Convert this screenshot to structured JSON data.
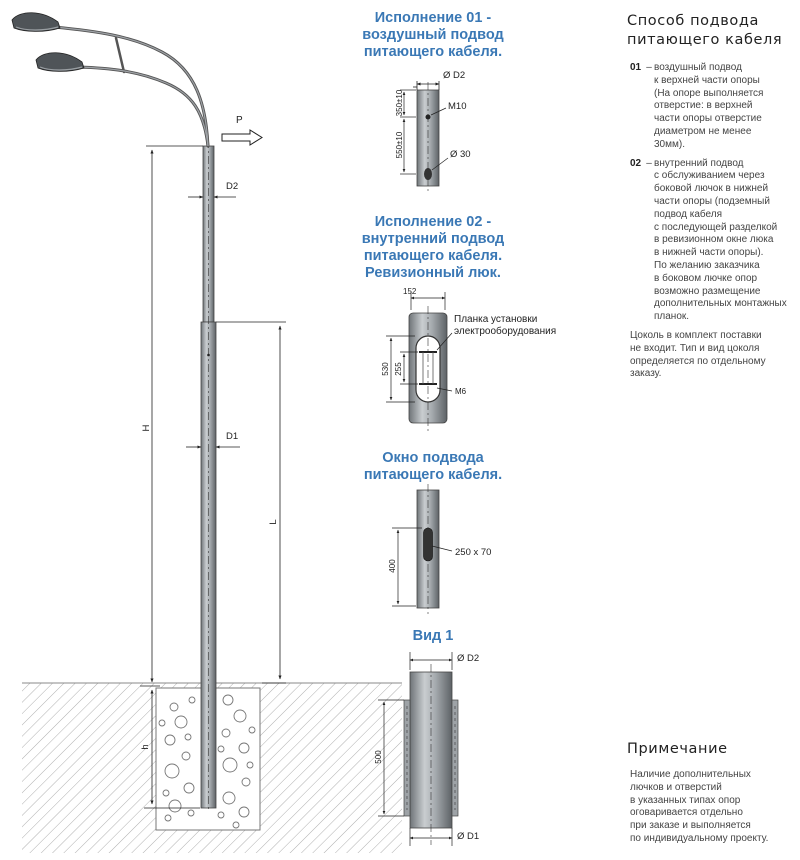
{
  "main_drawing": {
    "label_p": "P",
    "dim_d2": "D2",
    "dim_d1": "D1",
    "dim_h_total": "H",
    "dim_l": "L",
    "dim_h_foundation": "h"
  },
  "variant_01": {
    "title_line1": "Исполнение 01 -",
    "title_line2": "воздушный подвод",
    "title_line3": "питающего кабеля.",
    "dim_d2": "Ø D2",
    "dim_m10": "M10",
    "dim_350": "350±10",
    "dim_550": "550±10",
    "dim_d30": "Ø 30"
  },
  "variant_02": {
    "title_line1": "Исполнение 02 -",
    "title_line2": "внутренний подвод",
    "title_line3": "питающего кабеля.",
    "title_line4": "Ревизионный люк.",
    "dim_152": "152",
    "plate_line1": "Планка установки",
    "plate_line2": "электрооборудования",
    "dim_530": "530",
    "dim_255": "255",
    "dim_m6": "M6"
  },
  "cable_window": {
    "title_line1": "Окно подвода",
    "title_line2": "питающего кабеля.",
    "dim_400": "400",
    "dim_size": "250 x 70"
  },
  "view_1": {
    "title": "Вид 1",
    "dim_d2": "Ø D2",
    "dim_500": "500",
    "dim_d1": "Ø D1"
  },
  "sidebar": {
    "heading_line1": "Способ подвода",
    "heading_line2": "питающего кабеля",
    "items": [
      {
        "num": "01",
        "dash": "–",
        "text": "воздушный подвод\nк верхней части опоры\n(На опоре выполняется\nотверстие: в верхней\nчасти опоры отверстие\nдиаметром не менее\n30мм)."
      },
      {
        "num": "02",
        "dash": "–",
        "text": "внутренний подвод\nс обслуживанием через\nбоковой лючок в нижней\nчасти опоры (подземный\nподвод кабеля\nс последующей разделкой\nв ревизионном окне люка\nв нижней части опоры).\nПо желанию заказчика\nв боковом лючке опор\nвозможно размещение\nдополнительных монтажных\nпланок."
      }
    ],
    "base_note": "Цоколь в комплект поставки\nне входит. Тип и вид цоколя\nопределяется по отдельному\nзаказу."
  },
  "note": {
    "heading": "Примечание",
    "text": "Наличие дополнительных\nлючков и отверстий\nв указанных типах опор\nоговаривается отдельно\nпри заказе и выполняется\nпо индивидуальному проекту."
  }
}
